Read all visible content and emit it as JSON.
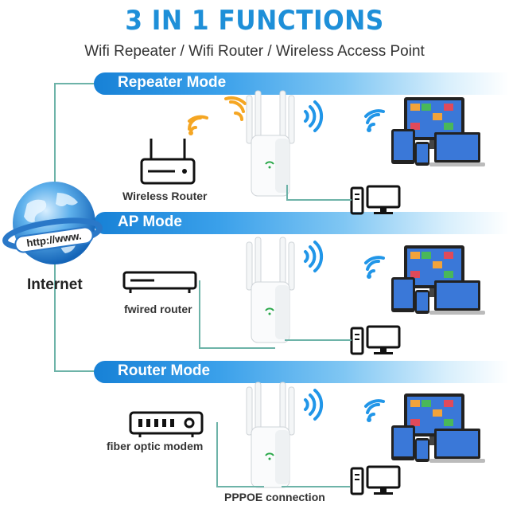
{
  "header": {
    "title": "3 IN 1 FUNCTIONS",
    "subtitle": "Wifi Repeater / Wifi Router / Wireless Access Point"
  },
  "globe": {
    "url_text": "http://www.",
    "label": "Internet"
  },
  "modes": [
    {
      "label": "Repeater Mode",
      "source_device": "Wireless Router",
      "source_icon": "wireless-router-icon"
    },
    {
      "label": "AP Mode",
      "source_device": "fwired router",
      "source_icon": "wired-router-icon"
    },
    {
      "label": "Router Mode",
      "source_device": "fiber optic modem",
      "source_icon": "fiber-modem-icon",
      "connection_label": "PPPOE connection"
    }
  ],
  "colors": {
    "title": "#1e8fd8",
    "band": "#1781d6",
    "connector": "#6db3a8",
    "wifi_signal": "#2196e8",
    "repeater_incoming_signal": "#f5a623"
  }
}
